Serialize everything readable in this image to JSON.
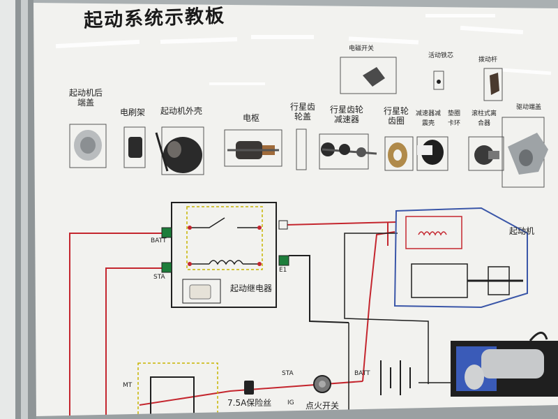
{
  "board": {
    "title": "起动系统示教板",
    "colors": {
      "wire_red": "#c4262e",
      "wire_blue": "#3a56a8",
      "wire_black": "#1f1f1f",
      "board": "#f1f1ee",
      "frame": "#9aa0a2"
    }
  },
  "components": {
    "rear_cover": "起动机后端盖",
    "brush_holder": "电刷架",
    "housing": "起动机外壳",
    "armature": "电枢",
    "planet_gear_cover": "行星齿轮盖",
    "planet_reducer": "行星齿轮减速器",
    "planet_gear_ring": "行星轮齿圈",
    "reducer_housing": "减速器减震壳",
    "washer_ring": "垫圈卡环",
    "one_way_clutch": "滚柱式离合器",
    "drive_cover": "驱动端盖",
    "solenoid_switch": "电磁开关",
    "plunger": "活动铁芯",
    "shift_fork": "拨动杆"
  },
  "circuit": {
    "relay_label": "起动继电器",
    "starter_label": "起动机",
    "fuse_label": "7.5A保险丝",
    "ignition_label": "点火开关",
    "terminals": {
      "batt": "BATT",
      "sta": "STA",
      "e1": "E1",
      "mt": "MT",
      "sta2": "STA",
      "ig": "IG",
      "batt2": "BATT"
    }
  }
}
